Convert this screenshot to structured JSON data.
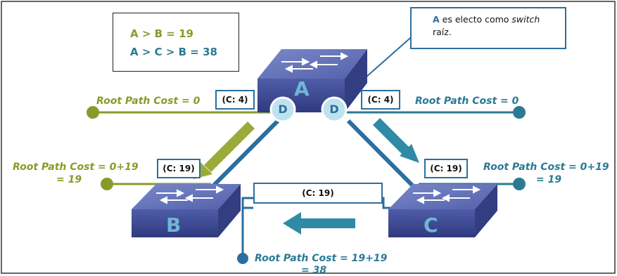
{
  "info_box": {
    "line1": "A > B = 19",
    "line2": "A > C > B = 38",
    "line1_color": "#8a9a2a",
    "line2_color": "#2a7a95"
  },
  "callout": {
    "a_letter": "A",
    "text_part1": " es electo como ",
    "text_italic": "switch",
    "line2": "raíz."
  },
  "switches": {
    "a": "A",
    "b": "B",
    "c": "C"
  },
  "ports": {
    "left_d": "D",
    "right_d": "D"
  },
  "cost_boxes": {
    "a_left": "(C: 4)",
    "a_right": "(C: 4)",
    "b": "(C: 19)",
    "c": "(C: 19)",
    "bc": "(C: 19)"
  },
  "root_path_costs": {
    "a_left": "Root Path Cost = 0",
    "a_right": "Root Path Cost = 0",
    "b_line1": "Root Path Cost = 0+19",
    "b_line2": "= 19",
    "c_line1": "Root Path Cost = 0+19",
    "c_line2": "= 19",
    "bottom_line1": "Root Path Cost = 19+19",
    "bottom_line2": "= 38"
  },
  "colors": {
    "green": "#8a9a2a",
    "teal": "#2a7a95",
    "border_blue": "#2a6fa0",
    "switch_blue": "#4a59a8"
  }
}
